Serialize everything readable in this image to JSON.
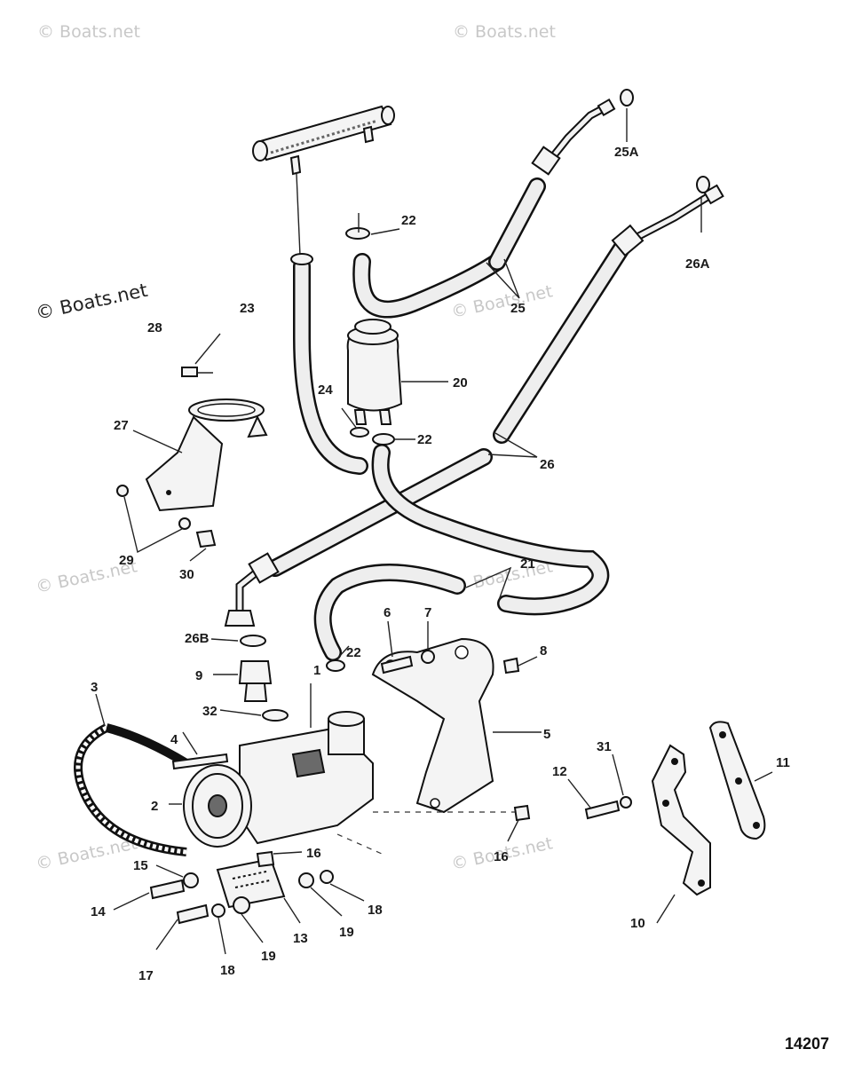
{
  "watermarks": {
    "top_left": "© Boats.net",
    "top_center": "© Boats.net",
    "main": "© Boats.net",
    "mid_center": "© Boats.net",
    "left_mid": "© Boats.net",
    "right_mid": "© Boats.net",
    "left_bottom": "© Boats.net",
    "center_bottom": "© Boats.net"
  },
  "diagram_id": "14207",
  "callouts": {
    "c1": "1",
    "c2": "2",
    "c3": "3",
    "c4": "4",
    "c5": "5",
    "c6": "6",
    "c7": "7",
    "c8": "8",
    "c9": "9",
    "c10": "10",
    "c11": "11",
    "c12": "12",
    "c13": "13",
    "c14": "14",
    "c15": "15",
    "c16a": "16",
    "c16b": "16",
    "c17": "17",
    "c18a": "18",
    "c18b": "18",
    "c19a": "19",
    "c19b": "19",
    "c20": "20",
    "c21": "21",
    "c22a": "22",
    "c22b": "22",
    "c22c": "22",
    "c23": "23",
    "c24": "24",
    "c25": "25",
    "c25a": "25A",
    "c26": "26",
    "c26a": "26A",
    "c26b": "26B",
    "c27": "27",
    "c28": "28",
    "c29": "29",
    "c30": "30",
    "c31": "31",
    "c32": "32"
  }
}
